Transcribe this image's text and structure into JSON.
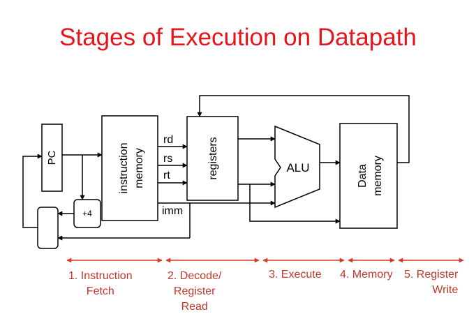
{
  "title": "Stages of Execution on Datapath",
  "colors": {
    "title": "#e4161d",
    "stage_text": "#c0392b",
    "stage_arrows": "#d63a2a",
    "lines": "#000000"
  },
  "blocks": {
    "pc": "PC",
    "instruction_memory": "instruction\nmemory",
    "adder": "+4",
    "registers": "registers",
    "alu": "ALU",
    "data_memory": "Data\nmemory"
  },
  "signals": {
    "rd": "rd",
    "rs": "rs",
    "rt": "rt",
    "imm": "imm"
  },
  "stages": [
    {
      "label": "1. Instruction\nFetch"
    },
    {
      "label": "2. Decode/\nRegister\nRead"
    },
    {
      "label": "3. Execute"
    },
    {
      "label": "4. Memory"
    },
    {
      "label": "5. Register\nWrite"
    }
  ]
}
